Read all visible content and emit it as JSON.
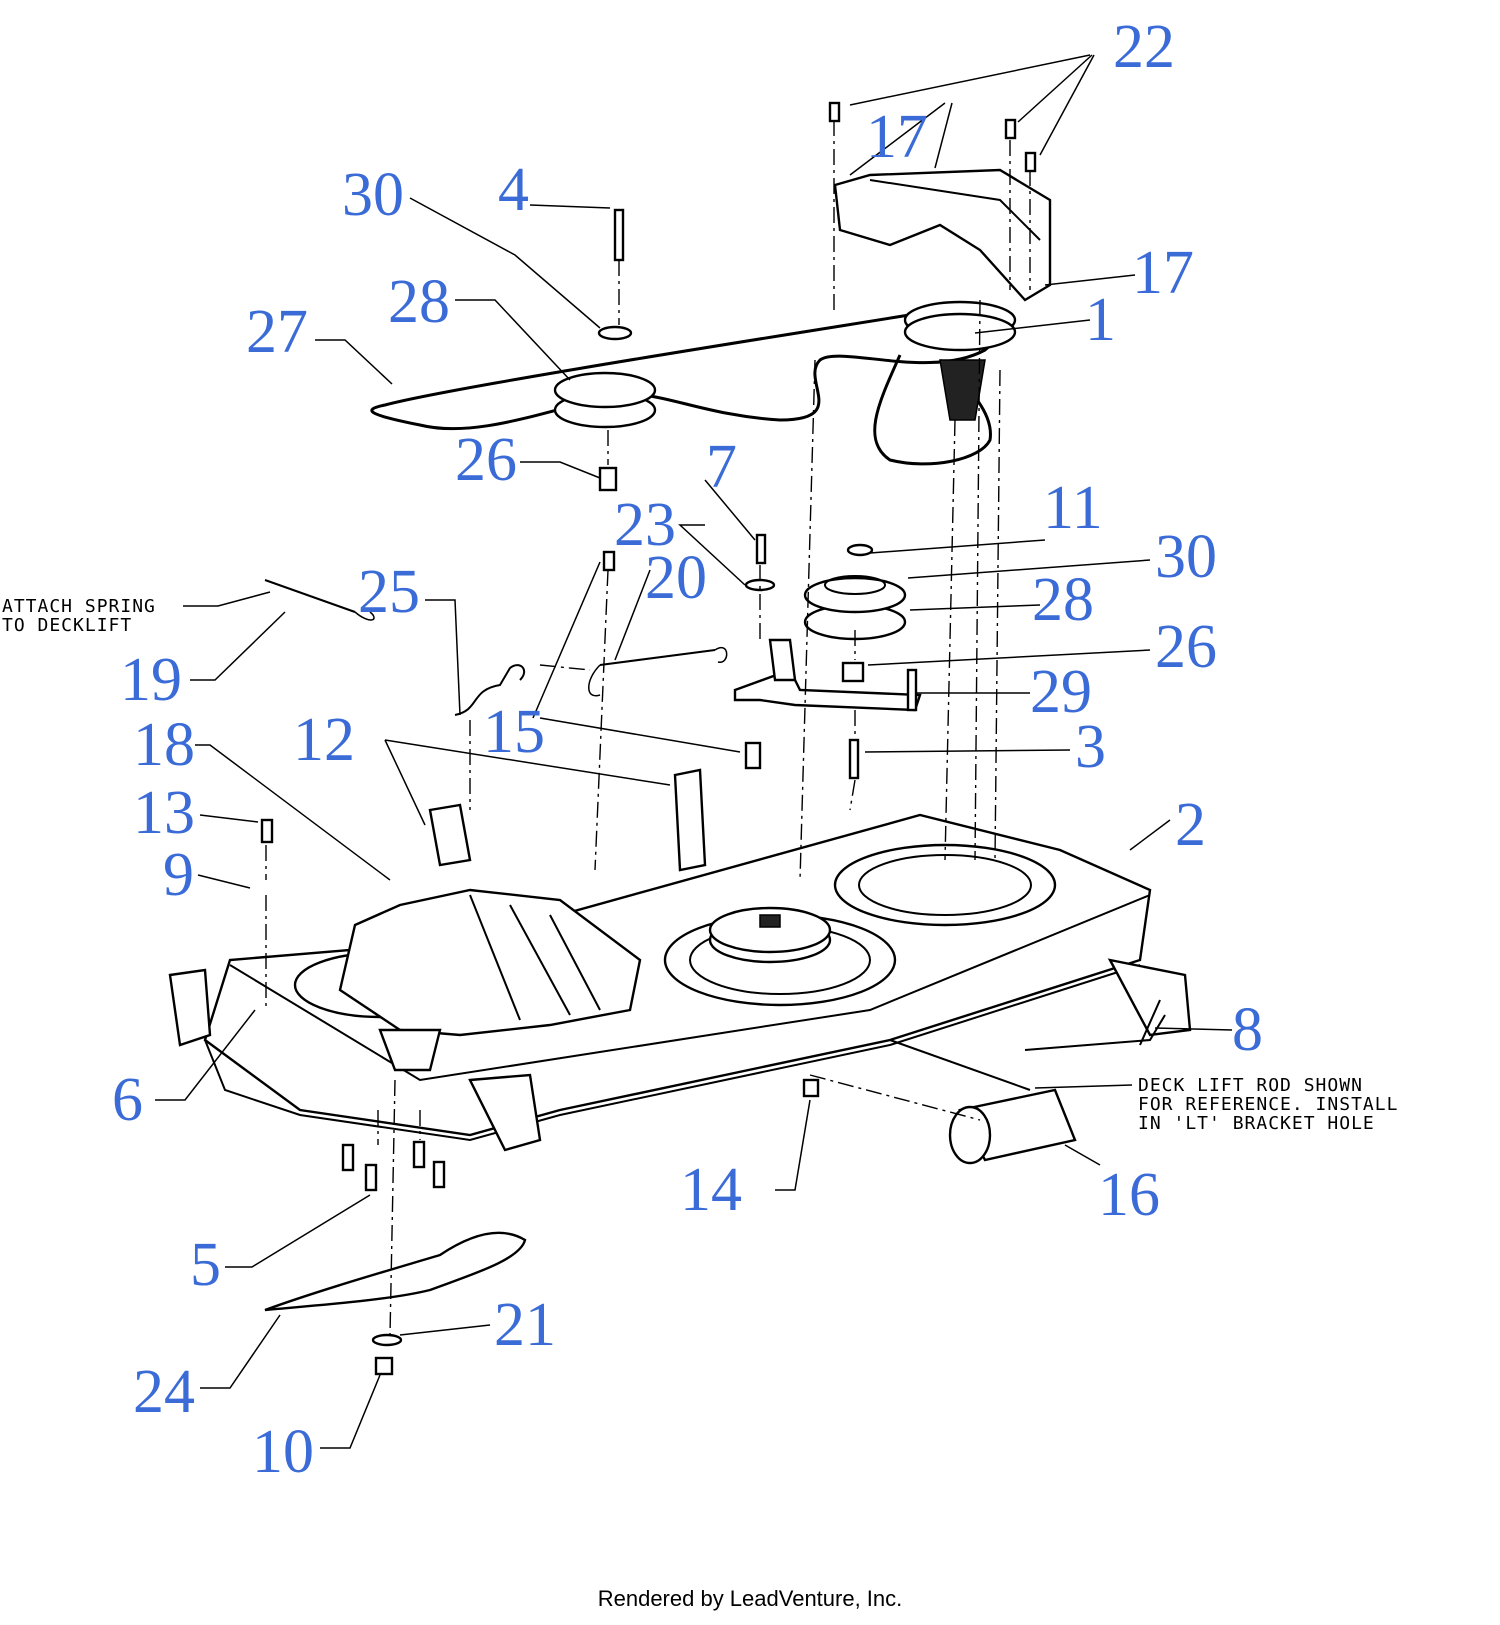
{
  "callouts": {
    "c1": "1",
    "c2": "2",
    "c3": "3",
    "c4": "4",
    "c5": "5",
    "c6": "6",
    "c7": "7",
    "c8": "8",
    "c9": "9",
    "c10": "10",
    "c11": "11",
    "c12": "12",
    "c13": "13",
    "c14": "14",
    "c15": "15",
    "c16": "16",
    "c17a": "17",
    "c17b": "17",
    "c18": "18",
    "c19": "19",
    "c20": "20",
    "c21": "21",
    "c22": "22",
    "c23": "23",
    "c24": "24",
    "c25": "25",
    "c26a": "26",
    "c26b": "26",
    "c27": "27",
    "c28a": "28",
    "c28b": "28",
    "c29": "29",
    "c30a": "30",
    "c30b": "30"
  },
  "notes": {
    "spring_line1": "ATTACH SPRING",
    "spring_line2": "TO DECKLIFT",
    "deck_line1": "DECK LIFT ROD SHOWN",
    "deck_line2": "FOR REFERENCE. INSTALL",
    "deck_line3": "IN 'LT' BRACKET HOLE"
  },
  "footer": "Rendered by LeadVenture, Inc.",
  "colors": {
    "callout": "#3a6bd6",
    "line": "#000000"
  }
}
